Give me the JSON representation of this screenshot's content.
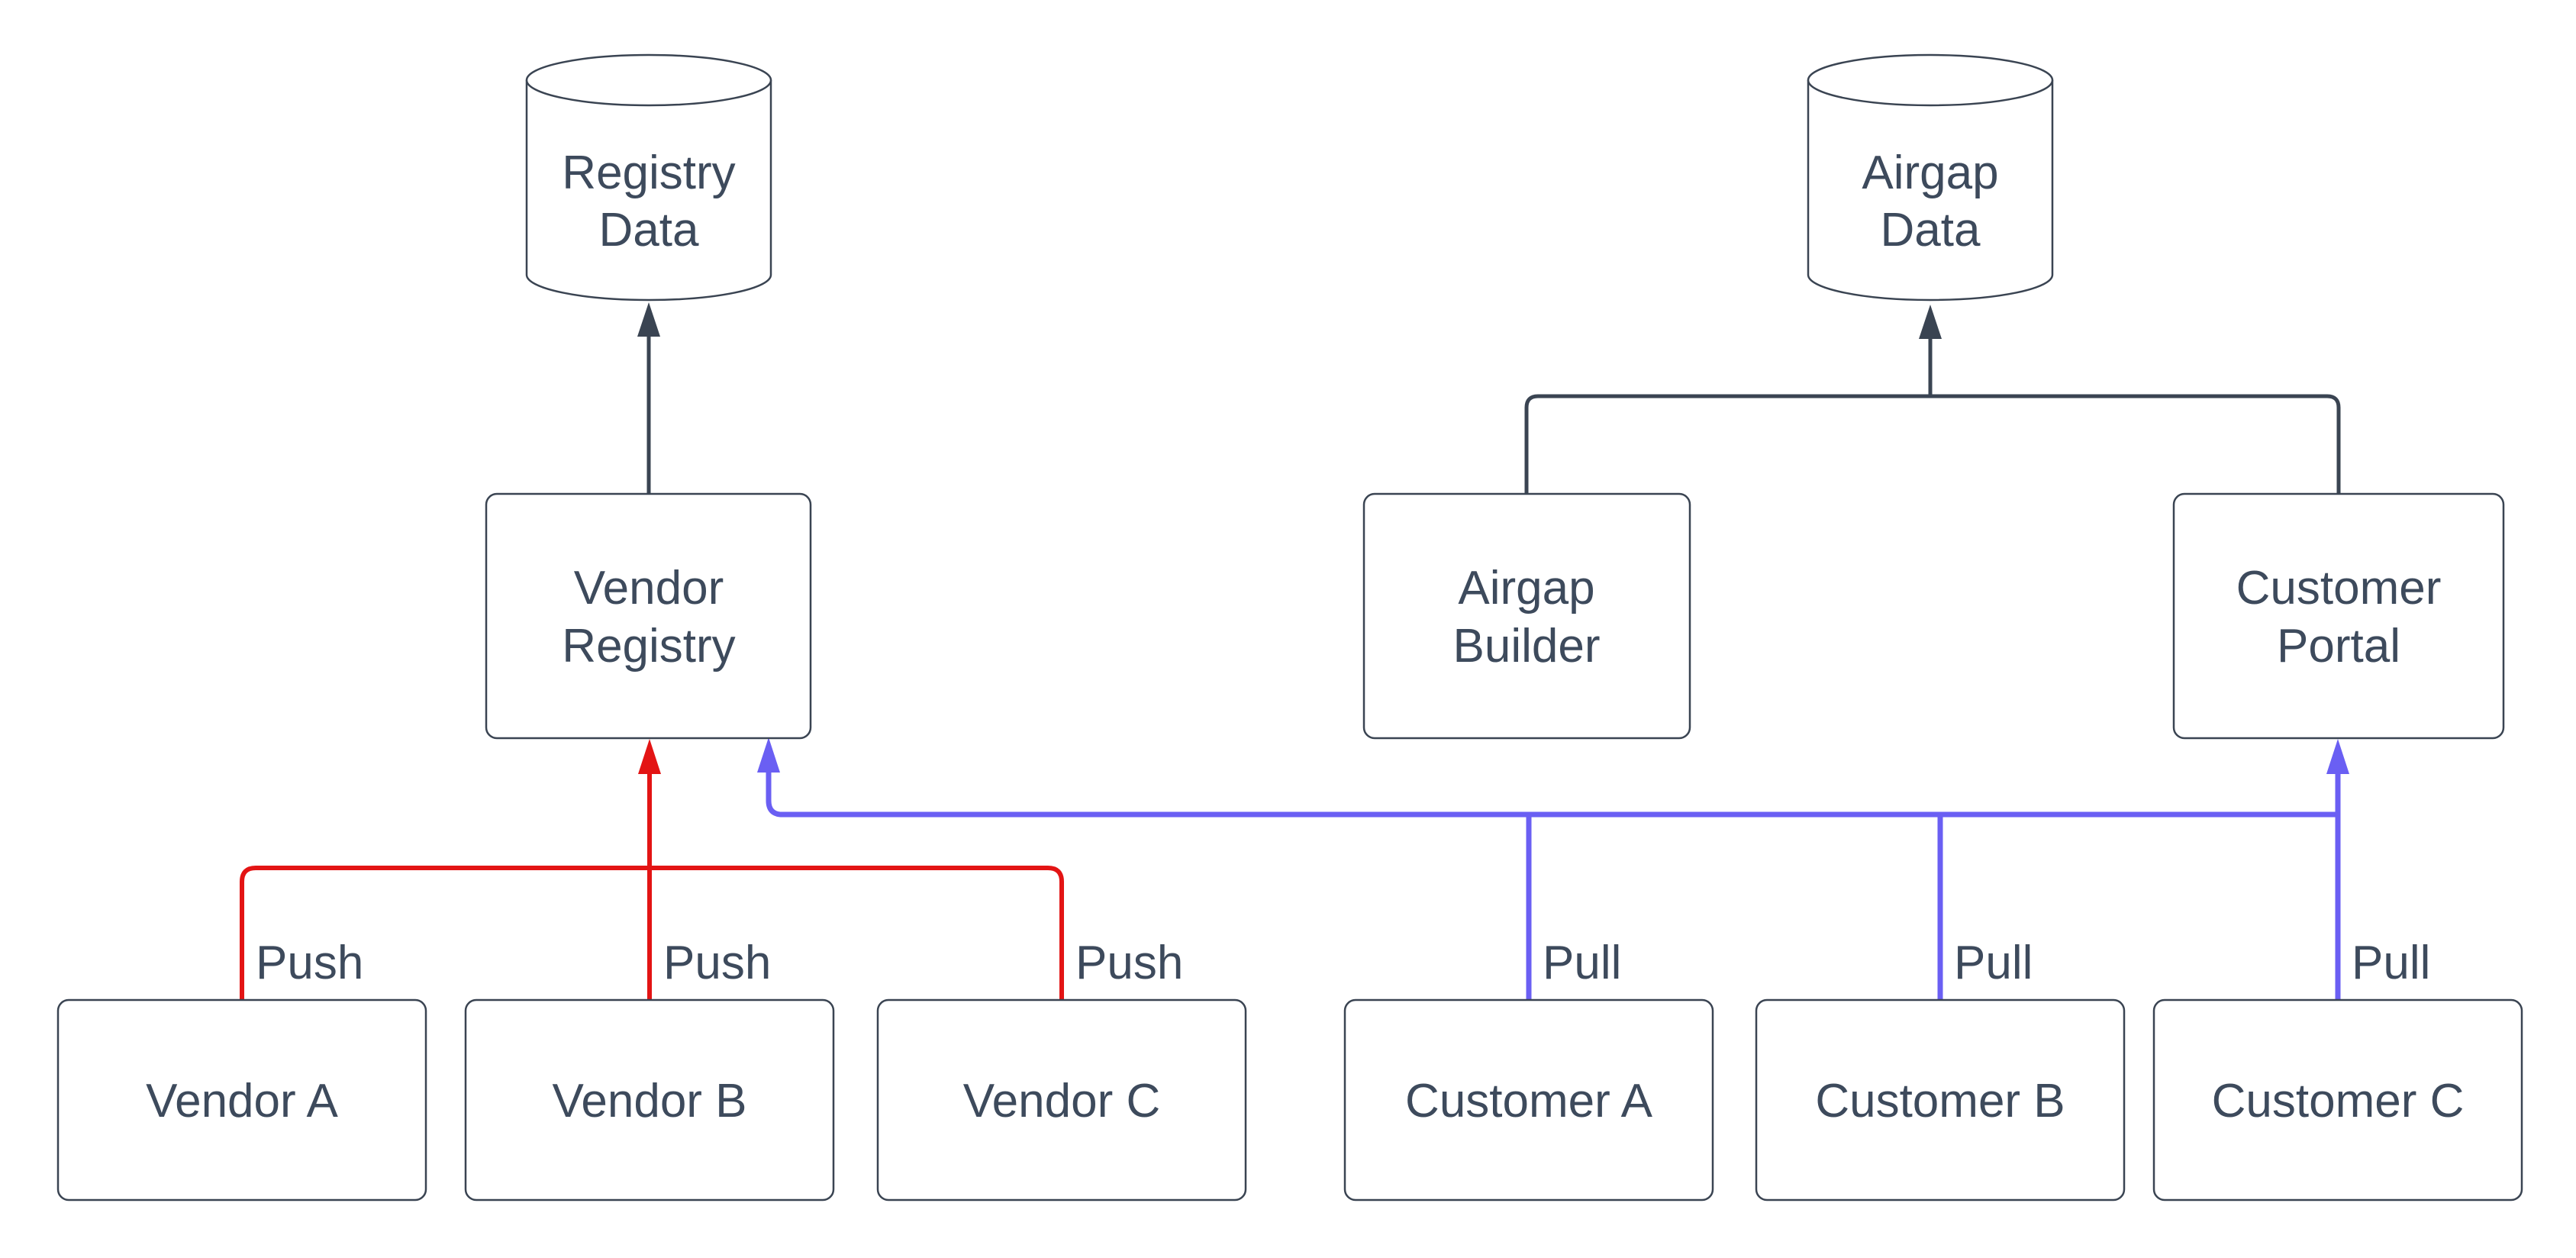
{
  "colors": {
    "background": "#ffffff",
    "node_fill": "#ffffff",
    "node_stroke": "#3a4452",
    "text": "#3d4a5c",
    "dark_edge": "#3a4452",
    "push_edge": "#e31414",
    "pull_edge": "#6a5ff3"
  },
  "nodes": {
    "registry_data": {
      "line1": "Registry",
      "line2": "Data"
    },
    "airgap_data": {
      "line1": "Airgap",
      "line2": "Data"
    },
    "vendor_registry": {
      "line1": "Vendor",
      "line2": "Registry"
    },
    "airgap_builder": {
      "line1": "Airgap",
      "line2": "Builder"
    },
    "customer_portal": {
      "line1": "Customer",
      "line2": "Portal"
    },
    "vendor_a": {
      "label": "Vendor A"
    },
    "vendor_b": {
      "label": "Vendor B"
    },
    "vendor_c": {
      "label": "Vendor C"
    },
    "customer_a": {
      "label": "Customer A"
    },
    "customer_b": {
      "label": "Customer B"
    },
    "customer_c": {
      "label": "Customer C"
    }
  },
  "edges": {
    "push_vendor_a": {
      "label": "Push"
    },
    "push_vendor_b": {
      "label": "Push"
    },
    "push_vendor_c": {
      "label": "Push"
    },
    "pull_customer_a": {
      "label": "Pull"
    },
    "pull_customer_b": {
      "label": "Pull"
    },
    "pull_customer_c": {
      "label": "Pull"
    }
  }
}
